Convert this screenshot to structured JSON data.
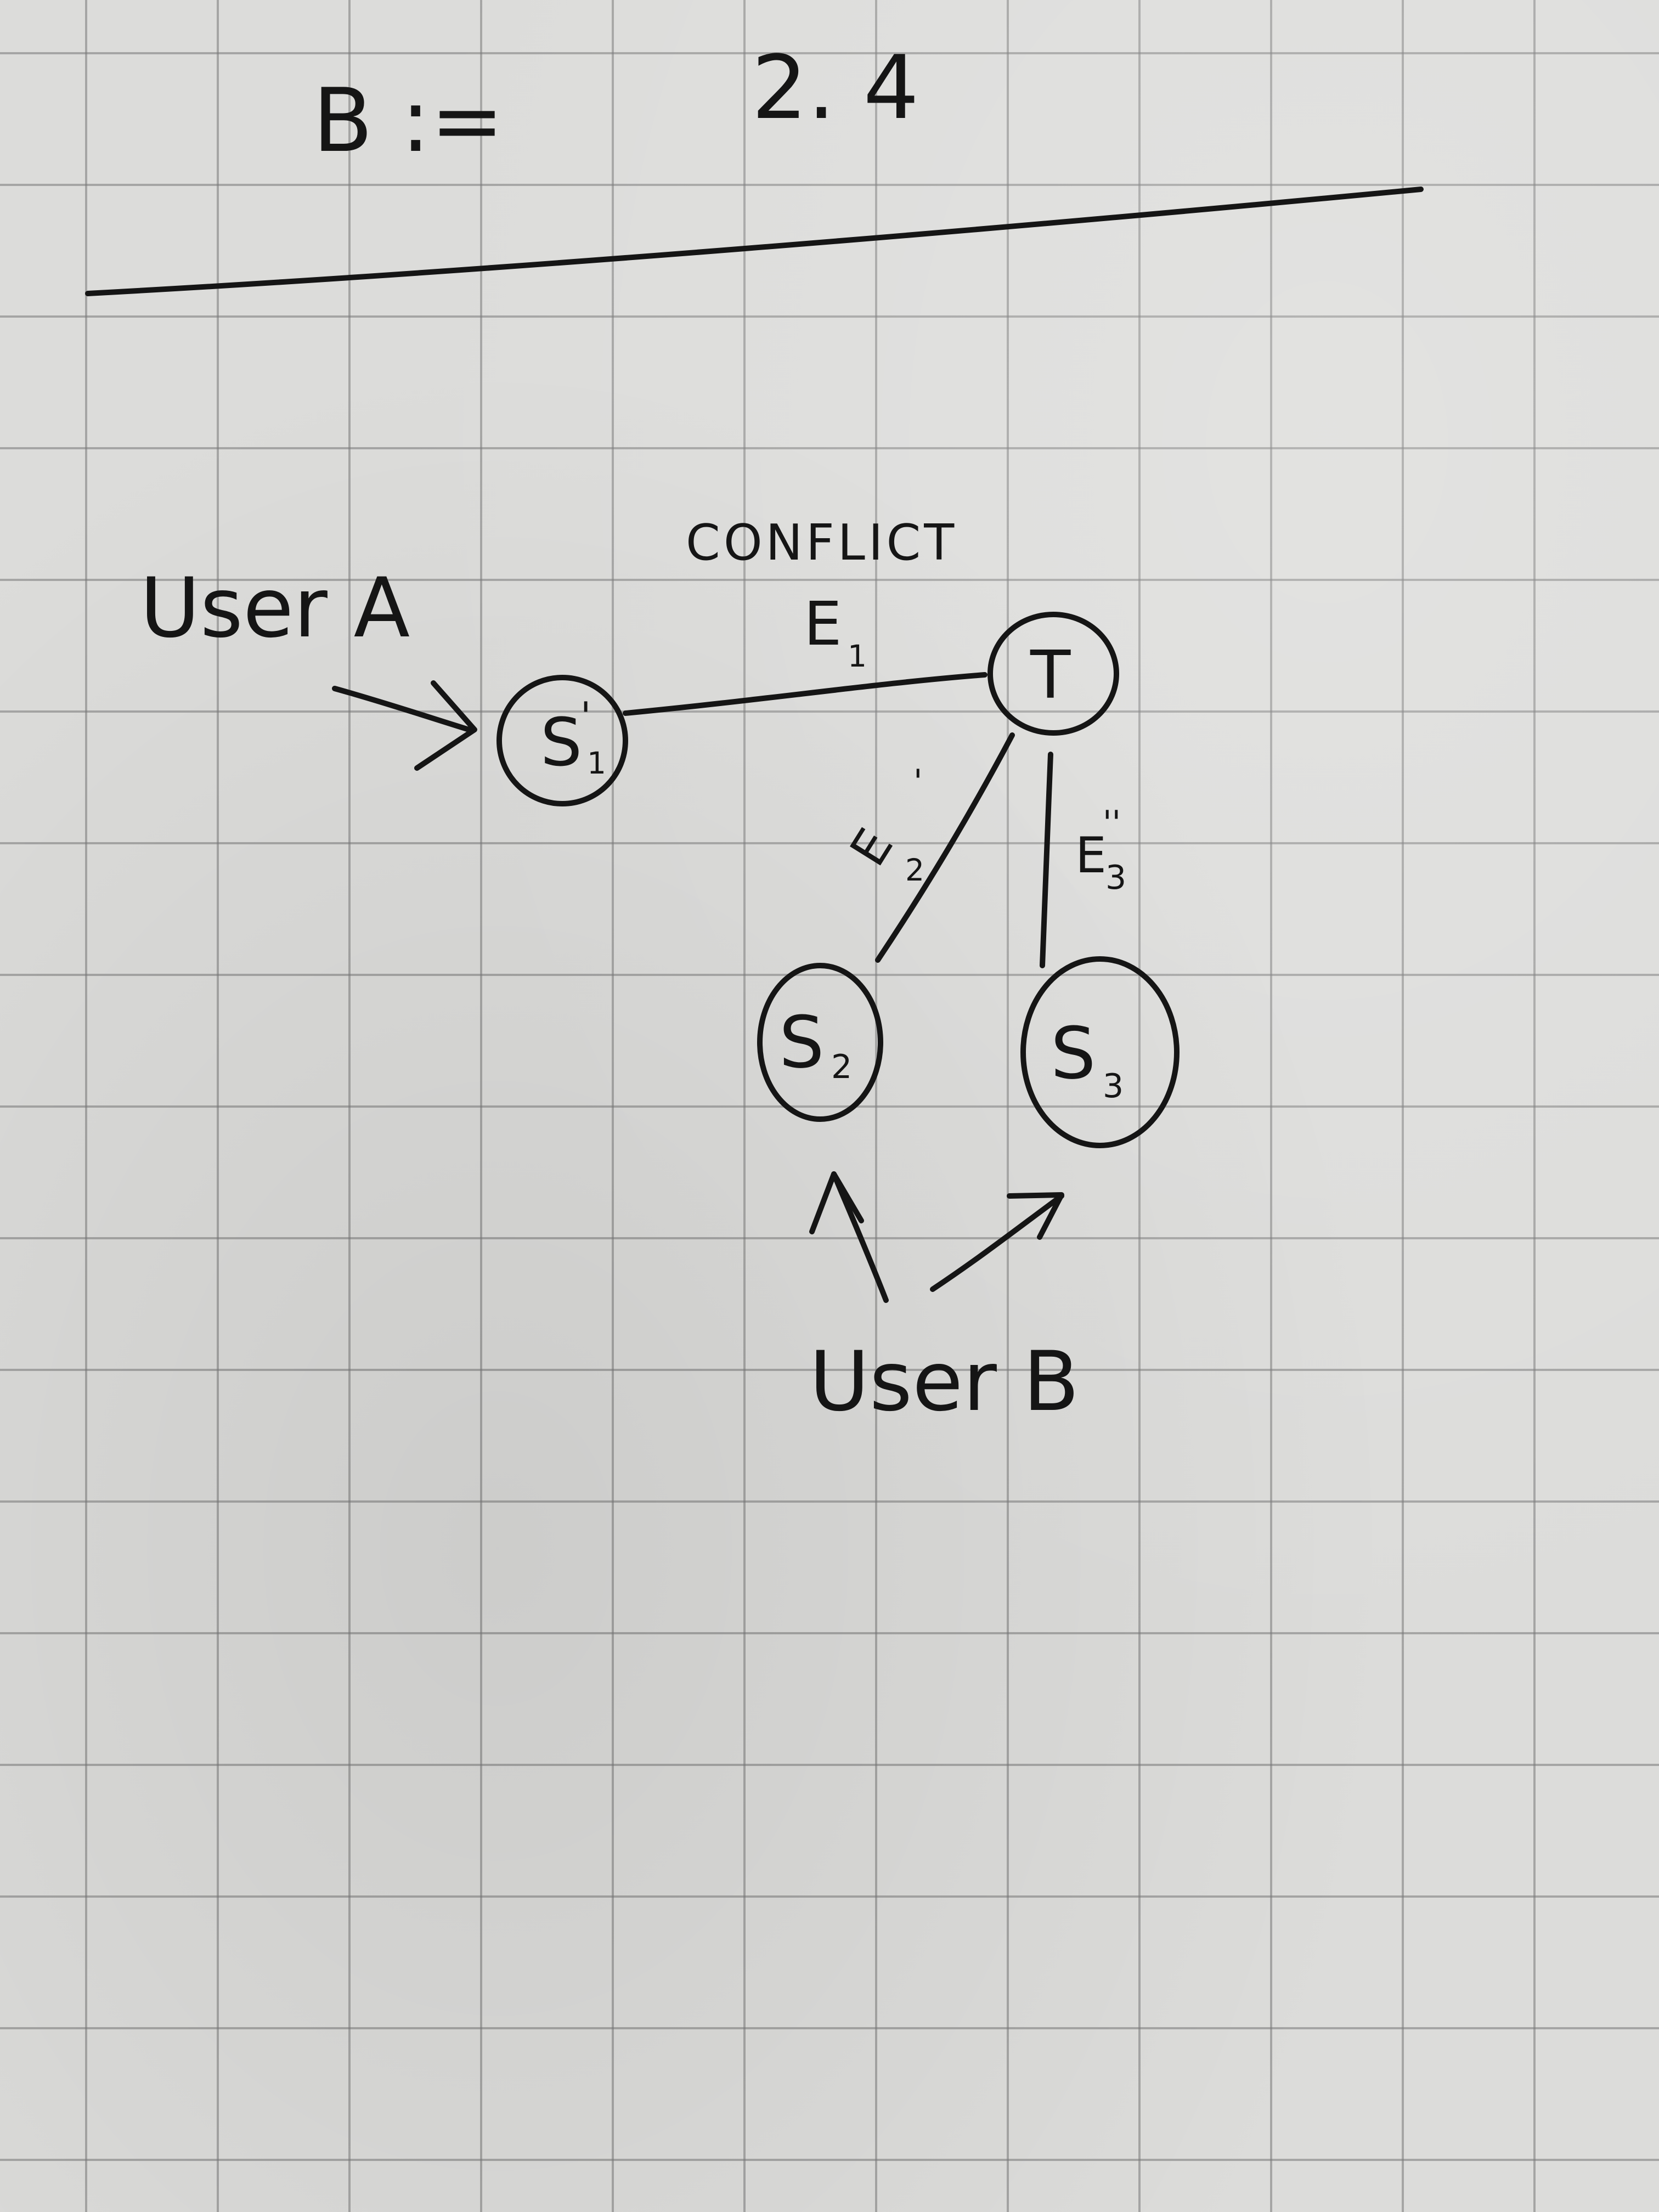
{
  "header": {
    "left": "B :=",
    "right": "2. 4"
  },
  "conflict_label": "CONFLICT",
  "users": {
    "a": "User A",
    "b": "User B"
  },
  "nodes": {
    "s1": {
      "main": "S",
      "prime": "'",
      "sub": "1"
    },
    "t": {
      "main": "T"
    },
    "s2": {
      "main": "S",
      "sub": "2"
    },
    "s3": {
      "main": "S",
      "sub": "3"
    }
  },
  "edges": {
    "e1": {
      "main": "E",
      "sub": "1"
    },
    "e2": {
      "main": "E",
      "prime": "'",
      "sub": "2"
    },
    "e3": {
      "main": "E",
      "prime": "''",
      "sub": "3"
    }
  }
}
